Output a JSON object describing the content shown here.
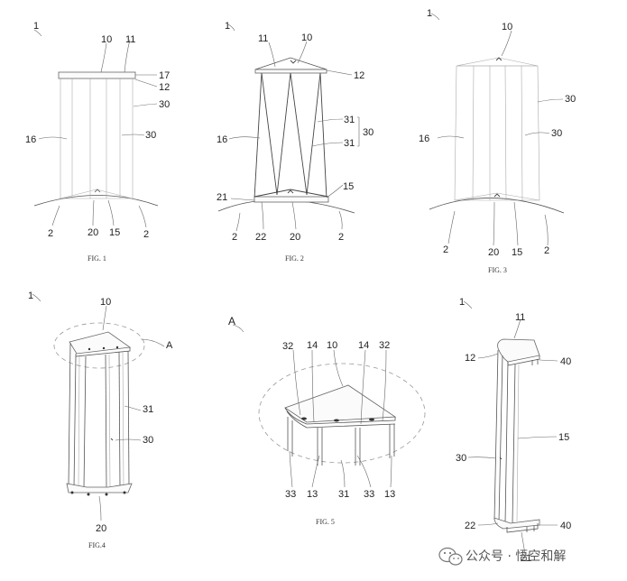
{
  "figures": {
    "fig1": {
      "caption": "FIG. 1",
      "labels": {
        "assembly": "1",
        "top": "10",
        "top_side": "11",
        "cap": "17",
        "edge": "12",
        "wall_right": "30",
        "wall_mid": "30",
        "side": "16",
        "bottom_left": "2",
        "bottom_mid": "20",
        "bottom_edge": "15",
        "bottom_right": "2"
      }
    },
    "fig2": {
      "caption": "FIG. 2",
      "labels": {
        "assembly": "1",
        "top_side": "11",
        "top": "10",
        "edge": "12",
        "panel_a": "31",
        "panel_b": "31",
        "group": "30",
        "side": "16",
        "lower_edge": "15",
        "base": "21",
        "bottom_left": "2",
        "base_side": "22",
        "bottom_mid": "20",
        "bottom_right": "2"
      }
    },
    "fig3": {
      "caption": "FIG. 3",
      "labels": {
        "assembly": "1",
        "top": "10",
        "wall_right": "30",
        "wall_mid": "30",
        "side": "16",
        "bottom_left": "2",
        "bottom_mid": "20",
        "bottom_edge": "15",
        "bottom_right": "2"
      }
    },
    "fig4": {
      "caption": "FIG.4",
      "labels": {
        "assembly": "1",
        "top": "10",
        "detail": "A",
        "panel": "31",
        "wall": "30",
        "base": "20"
      }
    },
    "fig5": {
      "caption": "FIG. 5",
      "labels": {
        "detail": "A",
        "l32a": "32",
        "l14a": "14",
        "l10": "10",
        "l14b": "14",
        "l32b": "32",
        "l33a": "33",
        "l13a": "13",
        "l31": "31",
        "l33b": "33",
        "l13b": "13"
      }
    },
    "fig6": {
      "labels": {
        "assembly": "1",
        "top_side": "11",
        "edge": "12",
        "foot_top": "40",
        "lower_edge": "15",
        "wall": "30",
        "base_side": "22",
        "foot_bottom": "40",
        "base": "21"
      }
    }
  },
  "watermark": {
    "text": "公众号 · 悟空和解"
  }
}
